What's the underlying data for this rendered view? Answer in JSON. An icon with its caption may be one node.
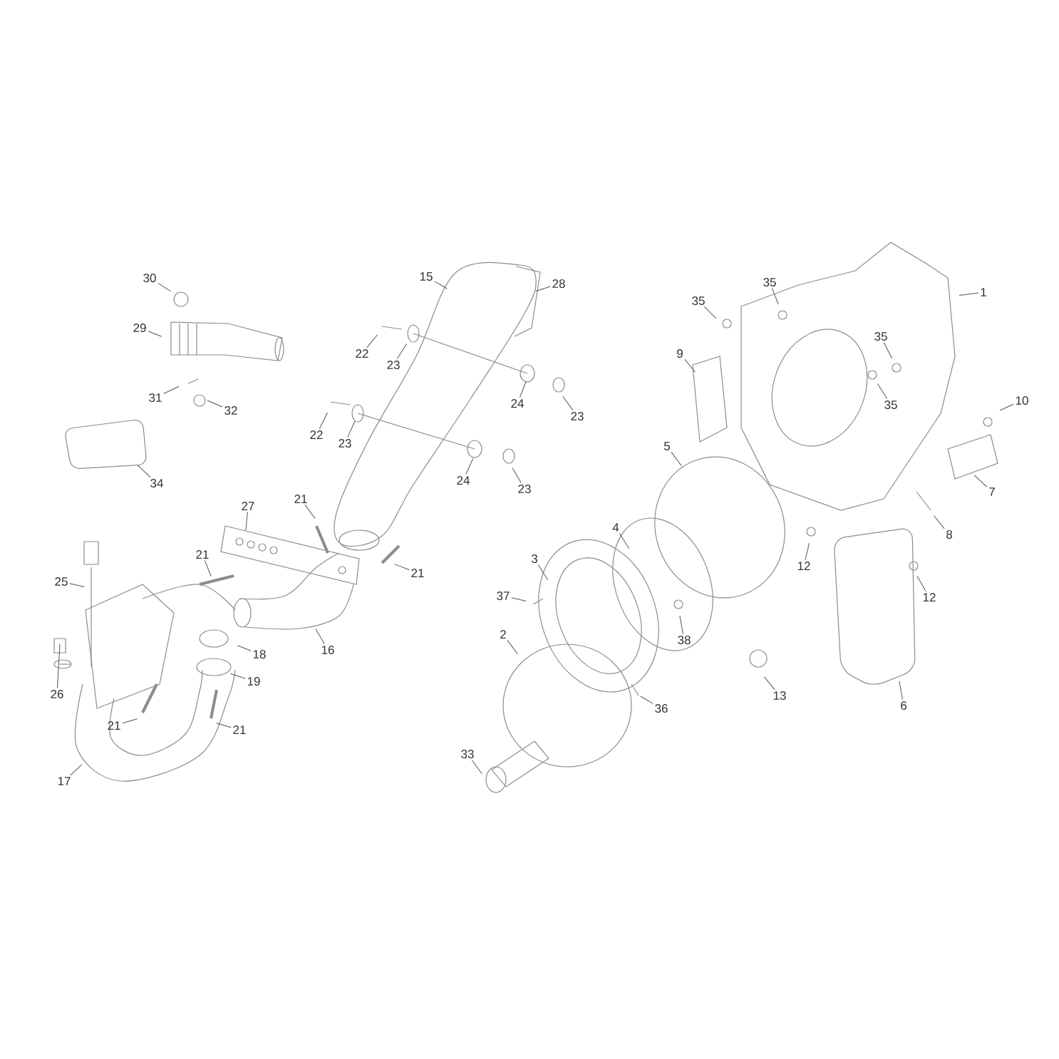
{
  "diagram": {
    "nodes": [
      {
        "text": [
          "30"
        ]
      },
      {
        "text": [
          "29"
        ]
      },
      {
        "text": [
          "31"
        ]
      },
      {
        "text": [
          "32"
        ]
      },
      {
        "text": [
          "34"
        ]
      },
      {
        "text": [
          "15"
        ]
      },
      {
        "text": [
          "28"
        ]
      },
      {
        "text": [
          "22"
        ]
      },
      {
        "text": [
          "23"
        ]
      },
      {
        "text": [
          "24"
        ]
      },
      {
        "text": [
          "23"
        ]
      },
      {
        "text": [
          "22"
        ]
      },
      {
        "text": [
          "23"
        ]
      },
      {
        "text": [
          "24"
        ]
      },
      {
        "text": [
          "23"
        ]
      },
      {
        "text": [
          "27"
        ]
      },
      {
        "text": [
          "21"
        ]
      },
      {
        "text": [
          "21"
        ]
      },
      {
        "text": [
          "21"
        ]
      },
      {
        "text": [
          "25"
        ]
      },
      {
        "text": [
          "16"
        ]
      },
      {
        "text": [
          "18"
        ]
      },
      {
        "text": [
          "19"
        ]
      },
      {
        "text": [
          "26"
        ]
      },
      {
        "text": [
          "21"
        ]
      },
      {
        "text": [
          "21"
        ]
      },
      {
        "text": [
          "17"
        ]
      },
      {
        "text": [
          "35"
        ]
      },
      {
        "text": [
          "35"
        ]
      },
      {
        "text": [
          "1"
        ]
      },
      {
        "text": [
          "35"
        ]
      },
      {
        "text": [
          "9"
        ]
      },
      {
        "text": [
          "35"
        ]
      },
      {
        "text": [
          "10"
        ]
      },
      {
        "text": [
          "7"
        ]
      },
      {
        "text": [
          "5"
        ]
      },
      {
        "text": [
          "8"
        ]
      },
      {
        "text": [
          "4"
        ]
      },
      {
        "text": [
          "12"
        ]
      },
      {
        "text": [
          "12"
        ]
      },
      {
        "text": [
          "3"
        ]
      },
      {
        "text": [
          "37"
        ]
      },
      {
        "text": [
          "38"
        ]
      },
      {
        "text": [
          "2"
        ]
      },
      {
        "text": [
          "13"
        ]
      },
      {
        "text": [
          "6"
        ]
      },
      {
        "text": [
          "36"
        ]
      },
      {
        "text": [
          "33"
        ]
      }
    ],
    "edges": [
      {
        "from": 0,
        "to": null,
        "arrow": "none"
      },
      {
        "from": 1,
        "to": null,
        "arrow": "none"
      },
      {
        "from": 2,
        "to": null,
        "arrow": "none"
      },
      {
        "from": 3,
        "to": null,
        "arrow": "none"
      },
      {
        "from": 4,
        "to": null,
        "arrow": "none"
      },
      {
        "from": 5,
        "to": null,
        "arrow": "none"
      },
      {
        "from": 6,
        "to": null,
        "arrow": "none"
      },
      {
        "from": 7,
        "to": null,
        "arrow": "none"
      },
      {
        "from": 8,
        "to": null,
        "arrow": "none"
      },
      {
        "from": 9,
        "to": null,
        "arrow": "none"
      },
      {
        "from": 10,
        "to": null,
        "arrow": "none"
      },
      {
        "from": 11,
        "to": null,
        "arrow": "none"
      },
      {
        "from": 12,
        "to": null,
        "arrow": "none"
      },
      {
        "from": 13,
        "to": null,
        "arrow": "none"
      },
      {
        "from": 14,
        "to": null,
        "arrow": "none"
      },
      {
        "from": 15,
        "to": null,
        "arrow": "none"
      },
      {
        "from": 16,
        "to": null,
        "arrow": "none"
      },
      {
        "from": 17,
        "to": null,
        "arrow": "none"
      },
      {
        "from": 18,
        "to": null,
        "arrow": "none"
      },
      {
        "from": 19,
        "to": null,
        "arrow": "none"
      },
      {
        "from": 20,
        "to": null,
        "arrow": "none"
      },
      {
        "from": 21,
        "to": null,
        "arrow": "none"
      },
      {
        "from": 22,
        "to": null,
        "arrow": "none"
      },
      {
        "from": 23,
        "to": null,
        "arrow": "none"
      },
      {
        "from": 24,
        "to": null,
        "arrow": "none"
      },
      {
        "from": 25,
        "to": null,
        "arrow": "none"
      },
      {
        "from": 26,
        "to": null,
        "arrow": "none"
      },
      {
        "from": 27,
        "to": null,
        "arrow": "none"
      },
      {
        "from": 28,
        "to": null,
        "arrow": "none"
      },
      {
        "from": 29,
        "to": null,
        "arrow": "none"
      },
      {
        "from": 30,
        "to": null,
        "arrow": "none"
      },
      {
        "from": 31,
        "to": null,
        "arrow": "none"
      },
      {
        "from": 32,
        "to": null,
        "arrow": "none"
      },
      {
        "from": 33,
        "to": null,
        "arrow": "none"
      },
      {
        "from": 34,
        "to": null,
        "arrow": "none"
      },
      {
        "from": 35,
        "to": null,
        "arrow": "none"
      },
      {
        "from": 36,
        "to": null,
        "arrow": "none"
      },
      {
        "from": 37,
        "to": null,
        "arrow": "none"
      },
      {
        "from": 38,
        "to": null,
        "arrow": "none"
      },
      {
        "from": 39,
        "to": null,
        "arrow": "none"
      },
      {
        "from": 40,
        "to": null,
        "arrow": "none"
      },
      {
        "from": 41,
        "to": null,
        "arrow": "none"
      },
      {
        "from": 42,
        "to": null,
        "arrow": "none"
      },
      {
        "from": 43,
        "to": null,
        "arrow": "none"
      },
      {
        "from": 44,
        "to": null,
        "arrow": "none"
      },
      {
        "from": 45,
        "to": null,
        "arrow": "none"
      },
      {
        "from": 46,
        "to": null,
        "arrow": "none"
      },
      {
        "from": 47,
        "to": null,
        "arrow": "none"
      }
    ]
  }
}
